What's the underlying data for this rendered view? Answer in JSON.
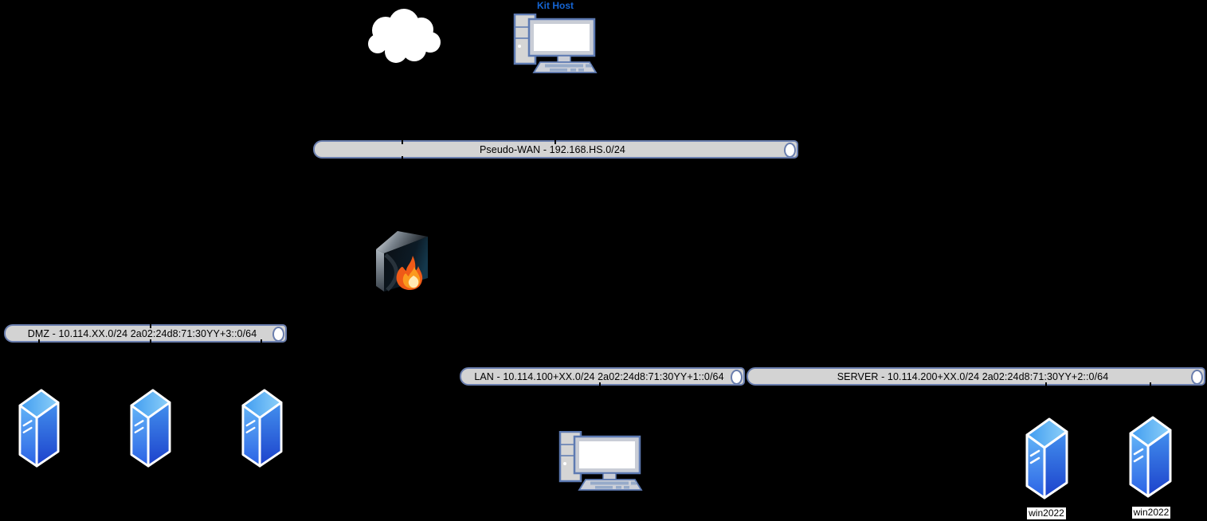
{
  "diagram": {
    "title_node": {
      "label": "Kit Host"
    },
    "buses": {
      "wan": {
        "label": "Pseudo-WAN - 192.168.HS.0/24"
      },
      "dmz": {
        "label": "DMZ -  10.114.XX.0/24 2a02:24d8:71:30YY+3::0/64"
      },
      "lan": {
        "label": "LAN -  10.114.100+XX.0/24 2a02:24d8:71:30YY+1::0/64"
      },
      "server": {
        "label": "SERVER - 10.114.200+XX.0/24 2a02:24d8:71:30YY+2::0/64"
      }
    },
    "server_hosts": [
      {
        "label": "win2022"
      },
      {
        "label": "win2022"
      }
    ],
    "colors": {
      "background": "#000000",
      "bus_fill": "#d3d3d3",
      "bus_border": "#6a7eae",
      "bus_cap": "#ffffff",
      "node_label_blue": "#1565d4",
      "pc_outline": "#5d7ab2",
      "pc_body": "#d5d5d5",
      "server_blue_light": "#63b4f7",
      "server_blue_dark": "#1c41cb",
      "flame_orange": "#ef5a17",
      "edge": "#000000"
    }
  }
}
